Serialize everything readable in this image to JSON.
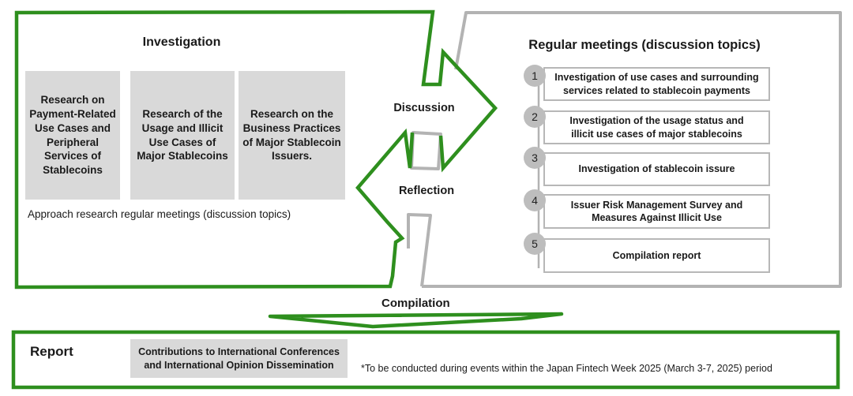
{
  "colors": {
    "green": "#2e8f1e",
    "gray": "#b3b3b3",
    "box_fill": "#d9d9d9"
  },
  "investigation": {
    "title": "Investigation",
    "boxes": [
      {
        "label": "Research on Payment-Related Use Cases and Peripheral Services of Stablecoins"
      },
      {
        "label": "Research of the Usage and Illicit Use Cases of Major Stablecoins"
      },
      {
        "label": "Research on the Business Practices of Major Stablecoin Issuers."
      }
    ],
    "note": "Approach research regular meetings (discussion topics)"
  },
  "flow": {
    "discussion": "Discussion",
    "reflection": "Reflection",
    "compilation": "Compilation"
  },
  "regular_meetings": {
    "title": "Regular meetings (discussion topics)",
    "items": [
      {
        "num": "1",
        "label": "Investigation of use cases and surrounding services related to stablecoin payments"
      },
      {
        "num": "2",
        "label": "Investigation of the usage status and illicit use cases of major stablecoins"
      },
      {
        "num": "3",
        "label": "Investigation of stablecoin issure"
      },
      {
        "num": "4",
        "label": "Issuer Risk Management Survey and Measures Against Illicit Use"
      },
      {
        "num": "5",
        "label": "Compilation report"
      }
    ]
  },
  "report": {
    "label": "Report",
    "box": "Contributions to International Conferences and International Opinion Dissemination",
    "footnote": "*To be conducted during events within the Japan Fintech Week 2025 (March 3-7, 2025) period"
  }
}
